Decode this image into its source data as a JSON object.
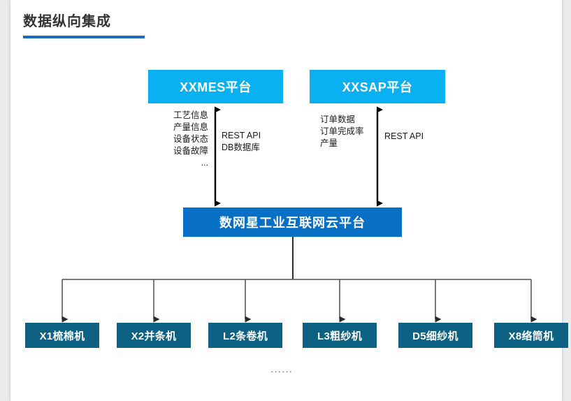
{
  "page": {
    "title": "数据纵向集成",
    "accent_color": "#1c6dc1",
    "background": "#ffffff"
  },
  "diagram": {
    "type": "hierarchy",
    "top_systems": [
      {
        "id": "mes",
        "label": "XXMES平台",
        "color": "#09b0f2"
      },
      {
        "id": "sap",
        "label": "XXSAP平台",
        "color": "#09b0f2"
      }
    ],
    "platform": {
      "id": "cloud-platform",
      "label": "数网星工业互联网云平台",
      "color": "#0770c4"
    },
    "links": [
      {
        "id": "mes-link",
        "from": "mes",
        "to": "cloud-platform",
        "direction": "bidirectional",
        "data_labels": [
          "工艺信息",
          "产量信息",
          "设备状态",
          "设备故障",
          "..."
        ],
        "protocol_labels": [
          "REST API",
          "DB数据库"
        ]
      },
      {
        "id": "sap-link",
        "from": "sap",
        "to": "cloud-platform",
        "direction": "bidirectional",
        "data_labels": [
          "订单数据",
          "订单完成率",
          "产量"
        ],
        "protocol_labels": [
          "REST API"
        ]
      }
    ],
    "devices": [
      {
        "id": "device-x1",
        "label": "X1梳棉机"
      },
      {
        "id": "device-x2",
        "label": "X2并条机"
      },
      {
        "id": "device-l2",
        "label": "L2条卷机"
      },
      {
        "id": "device-l3",
        "label": "L3粗纱机"
      },
      {
        "id": "device-d5",
        "label": "D5细纱机"
      },
      {
        "id": "device-x8",
        "label": "X8络筒机"
      }
    ],
    "device_color": "#0d6283",
    "more_devices_indicator": "······"
  }
}
